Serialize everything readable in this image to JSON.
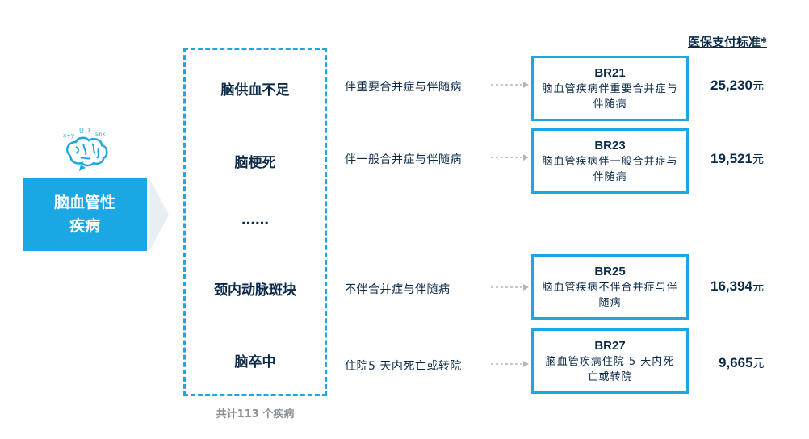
{
  "category": {
    "line1": "脑血管性",
    "line2": "疾病"
  },
  "diseases": [
    "脑供血不足",
    "脑梗死",
    "……",
    "颈内动脉斑块",
    "脑卒中"
  ],
  "footnote": "共计113 个疾病",
  "conditions": [
    "伴重要合并症与伴随病",
    "伴一般合并症与伴随病",
    "不伴合并症与伴随病",
    "住院5 天内死亡或转院"
  ],
  "groups": [
    {
      "code": "BR21",
      "desc": "脑血管疾病伴重要合并症与伴随病",
      "price": "25,230",
      "unit": "元"
    },
    {
      "code": "BR23",
      "desc": "脑血管疾病伴一般合并症与伴随病",
      "price": "19,521",
      "unit": "元"
    },
    {
      "code": "BR25",
      "desc": "脑血管疾病不伴合并症与伴随病",
      "price": "16,394",
      "unit": "元"
    },
    {
      "code": "BR27",
      "desc": "脑血管疾病住院 5 天内死亡或转院",
      "price": "9,665",
      "unit": "元"
    }
  ],
  "price_header": "医保支付标准*",
  "colors": {
    "accent": "#1aa7e3",
    "text": "#0b2a4a",
    "muted": "#8a9196",
    "arrow": "#b0b6ba"
  },
  "icons": [
    "brain-icon",
    "chevron-right-icon",
    "dashed-arrow-icon"
  ]
}
